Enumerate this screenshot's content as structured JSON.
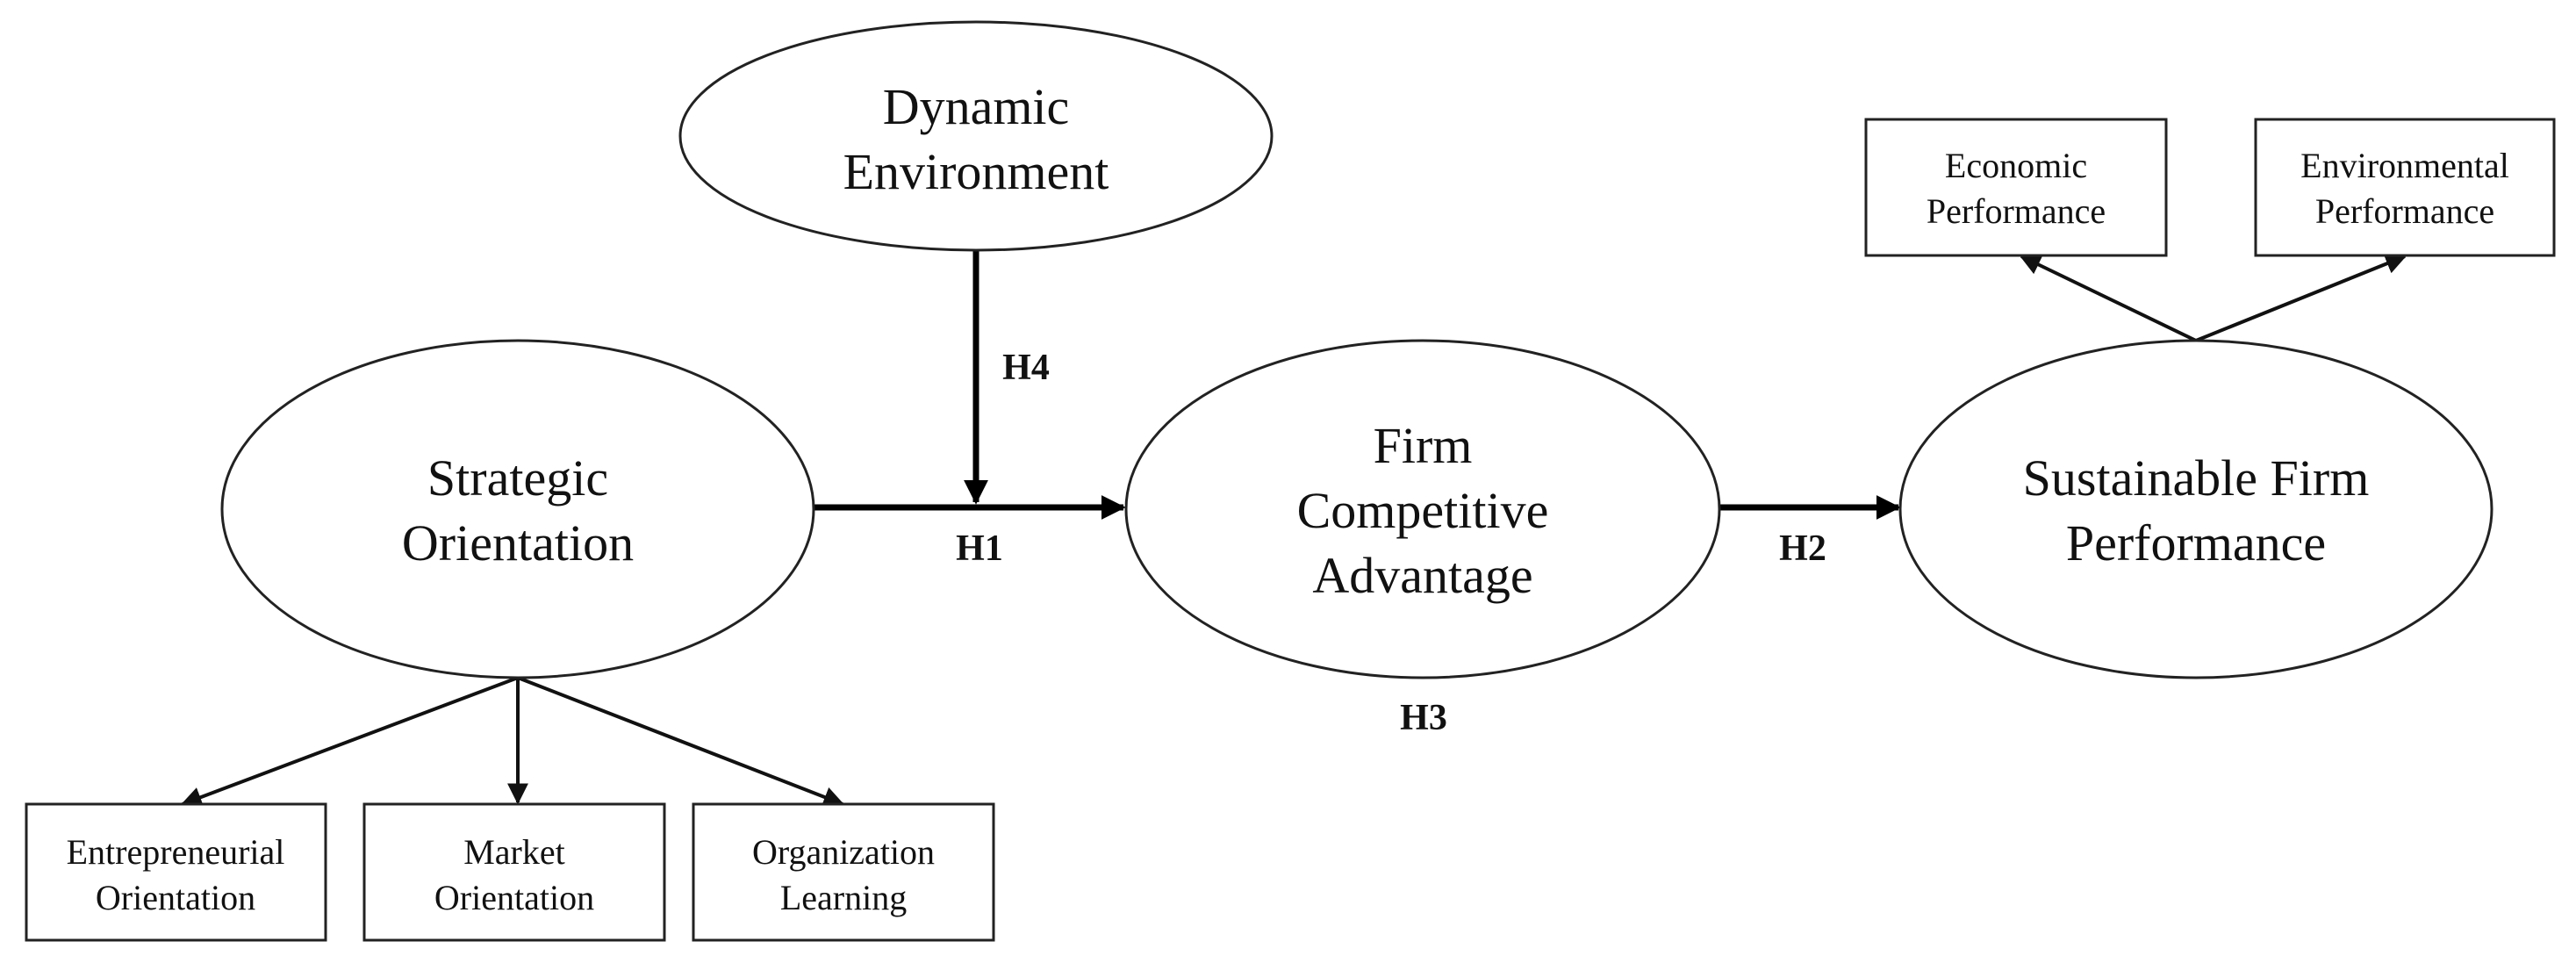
{
  "diagram": {
    "nodes": {
      "dynamic_environment": {
        "line1": "Dynamic",
        "line2": "Environment"
      },
      "strategic_orientation": {
        "line1": "Strategic",
        "line2": "Orientation"
      },
      "firm_competitive_advantage": {
        "line1": "Firm",
        "line2": "Competitive",
        "line3": "Advantage"
      },
      "sustainable_firm_performance": {
        "line1": "Sustainable Firm",
        "line2": "Performance"
      },
      "economic_performance": {
        "line1": "Economic",
        "line2": "Performance"
      },
      "environmental_performance": {
        "line1": "Environmental",
        "line2": "Performance"
      },
      "entrepreneurial_orientation": {
        "line1": "Entrepreneurial",
        "line2": "Orientation"
      },
      "market_orientation": {
        "line1": "Market",
        "line2": "Orientation"
      },
      "organization_learning": {
        "line1": "Organization",
        "line2": "Learning"
      }
    },
    "hypotheses": {
      "h1": "H1",
      "h2": "H2",
      "h3": "H3",
      "h4": "H4"
    }
  }
}
